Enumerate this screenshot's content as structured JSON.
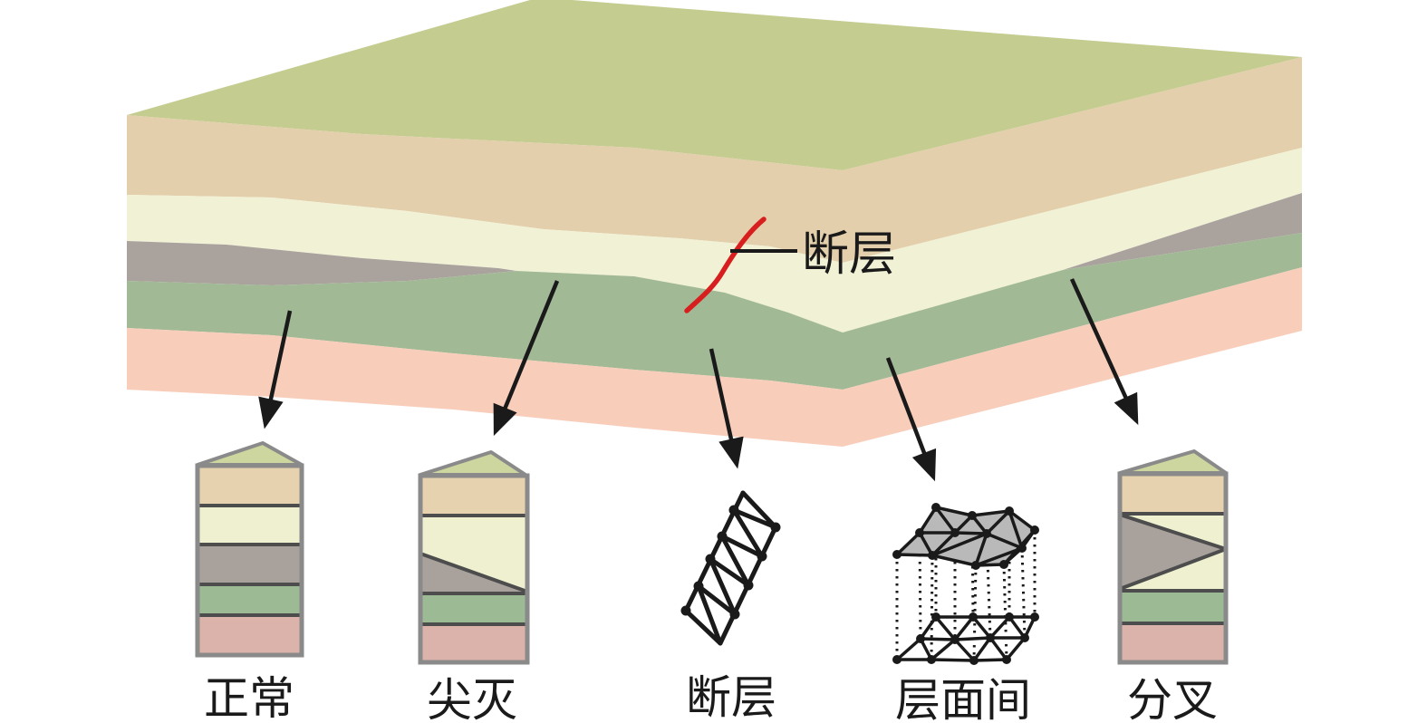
{
  "block": {
    "fault_label": "断层"
  },
  "figures": [
    {
      "label": "正常"
    },
    {
      "label": "尖灭"
    },
    {
      "label": "断层"
    },
    {
      "label": "层面间"
    },
    {
      "label": "分叉"
    }
  ],
  "colors": {
    "top_green": "#c4cc8f",
    "tan": "#e3cfac",
    "cream": "#f1f1d5",
    "gray": "#aaa29d",
    "green": "#a2b996",
    "pink": "#f8cebb",
    "col_roof": "#ccd69e",
    "col_tan": "#e6d2ae",
    "col_cream": "#eef0d0",
    "col_gray": "#a9a19c",
    "col_green": "#9cba93",
    "col_pink": "#dcb3aa",
    "col_border": "#8a8a8a",
    "divider": "#4d4d4d",
    "ink": "#1a1a1a",
    "fault_red": "#d81f1f",
    "mesh_fill": "#b9b9b9"
  }
}
